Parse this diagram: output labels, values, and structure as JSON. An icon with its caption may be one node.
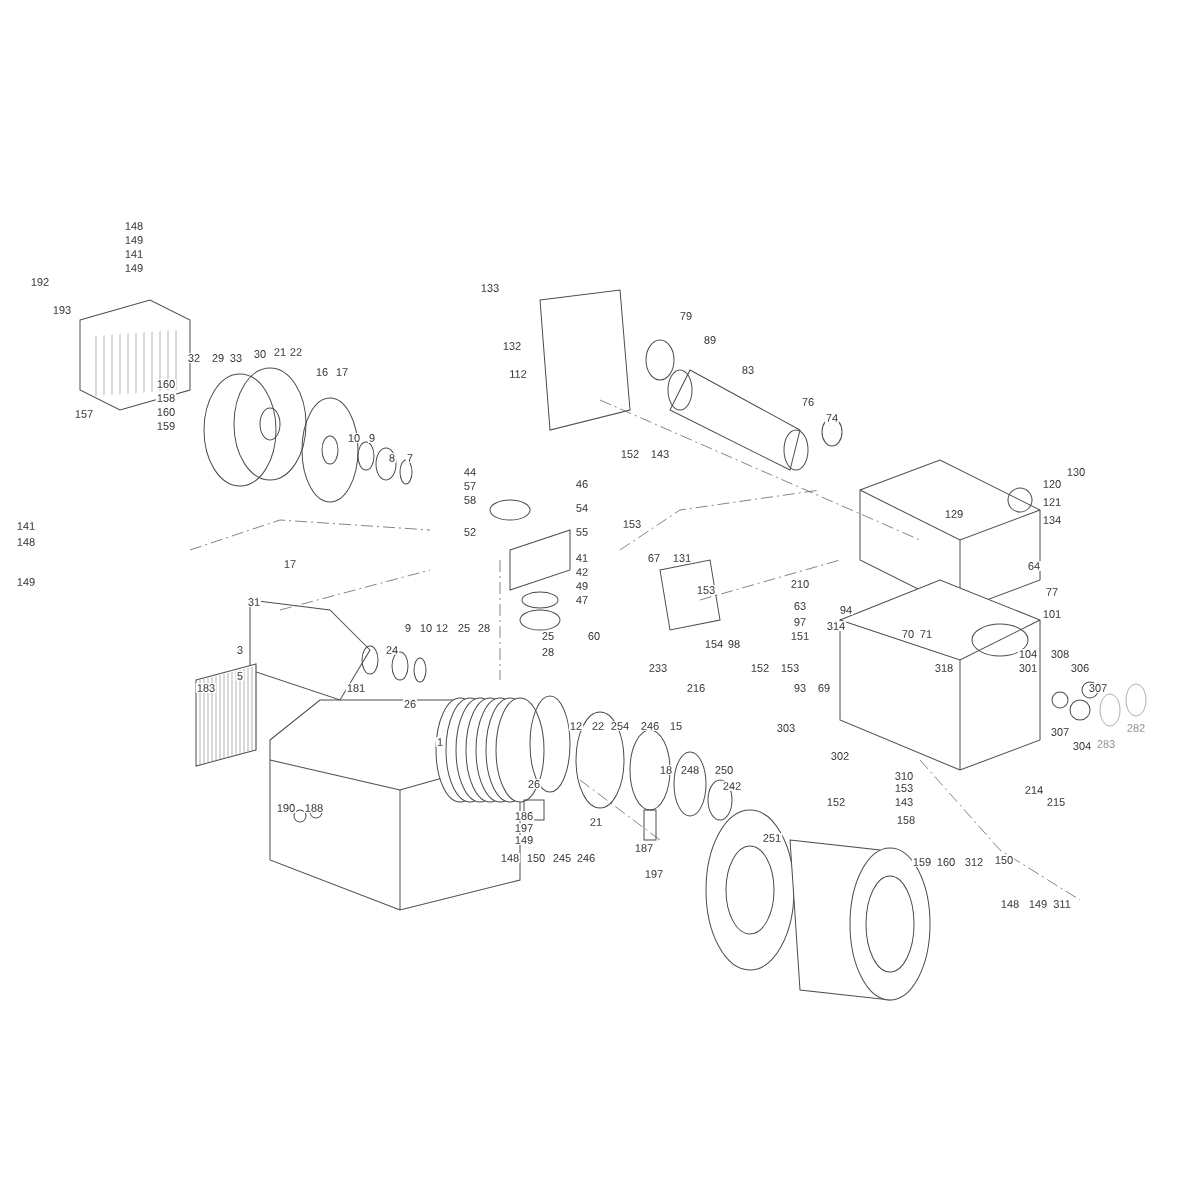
{
  "diagram": {
    "labels": [
      "148",
      "149",
      "141",
      "149",
      "192",
      "193",
      "133",
      "79",
      "132",
      "89",
      "112",
      "83",
      "157",
      "160",
      "158",
      "160",
      "159",
      "32",
      "29",
      "33",
      "30",
      "21",
      "22",
      "16",
      "17",
      "76",
      "74",
      "10",
      "9",
      "8",
      "7",
      "44",
      "57",
      "58",
      "46",
      "54",
      "52",
      "55",
      "152",
      "143",
      "153",
      "130",
      "120",
      "121",
      "129",
      "134",
      "141",
      "148",
      "17",
      "149",
      "41",
      "42",
      "49",
      "47",
      "67",
      "131",
      "64",
      "77",
      "101",
      "31",
      "153",
      "210",
      "63",
      "94",
      "97",
      "314",
      "151",
      "70",
      "71",
      "104",
      "3",
      "24",
      "5",
      "9",
      "10",
      "12",
      "25",
      "28",
      "25",
      "28",
      "60",
      "154",
      "98",
      "308",
      "233",
      "152",
      "153",
      "318",
      "301",
      "306",
      "183",
      "181",
      "216",
      "93",
      "69",
      "307",
      "303",
      "302",
      "307",
      "304",
      "283",
      "282",
      "26",
      "1",
      "12",
      "22",
      "254",
      "246",
      "15",
      "18",
      "248",
      "250",
      "26",
      "242",
      "310",
      "153",
      "152",
      "143",
      "158",
      "214",
      "215",
      "186",
      "197",
      "149",
      "190",
      "188",
      "251",
      "21",
      "148",
      "150",
      "245",
      "246",
      "187",
      "197",
      "159",
      "160",
      "312",
      "150",
      "148",
      "149",
      "311"
    ]
  }
}
